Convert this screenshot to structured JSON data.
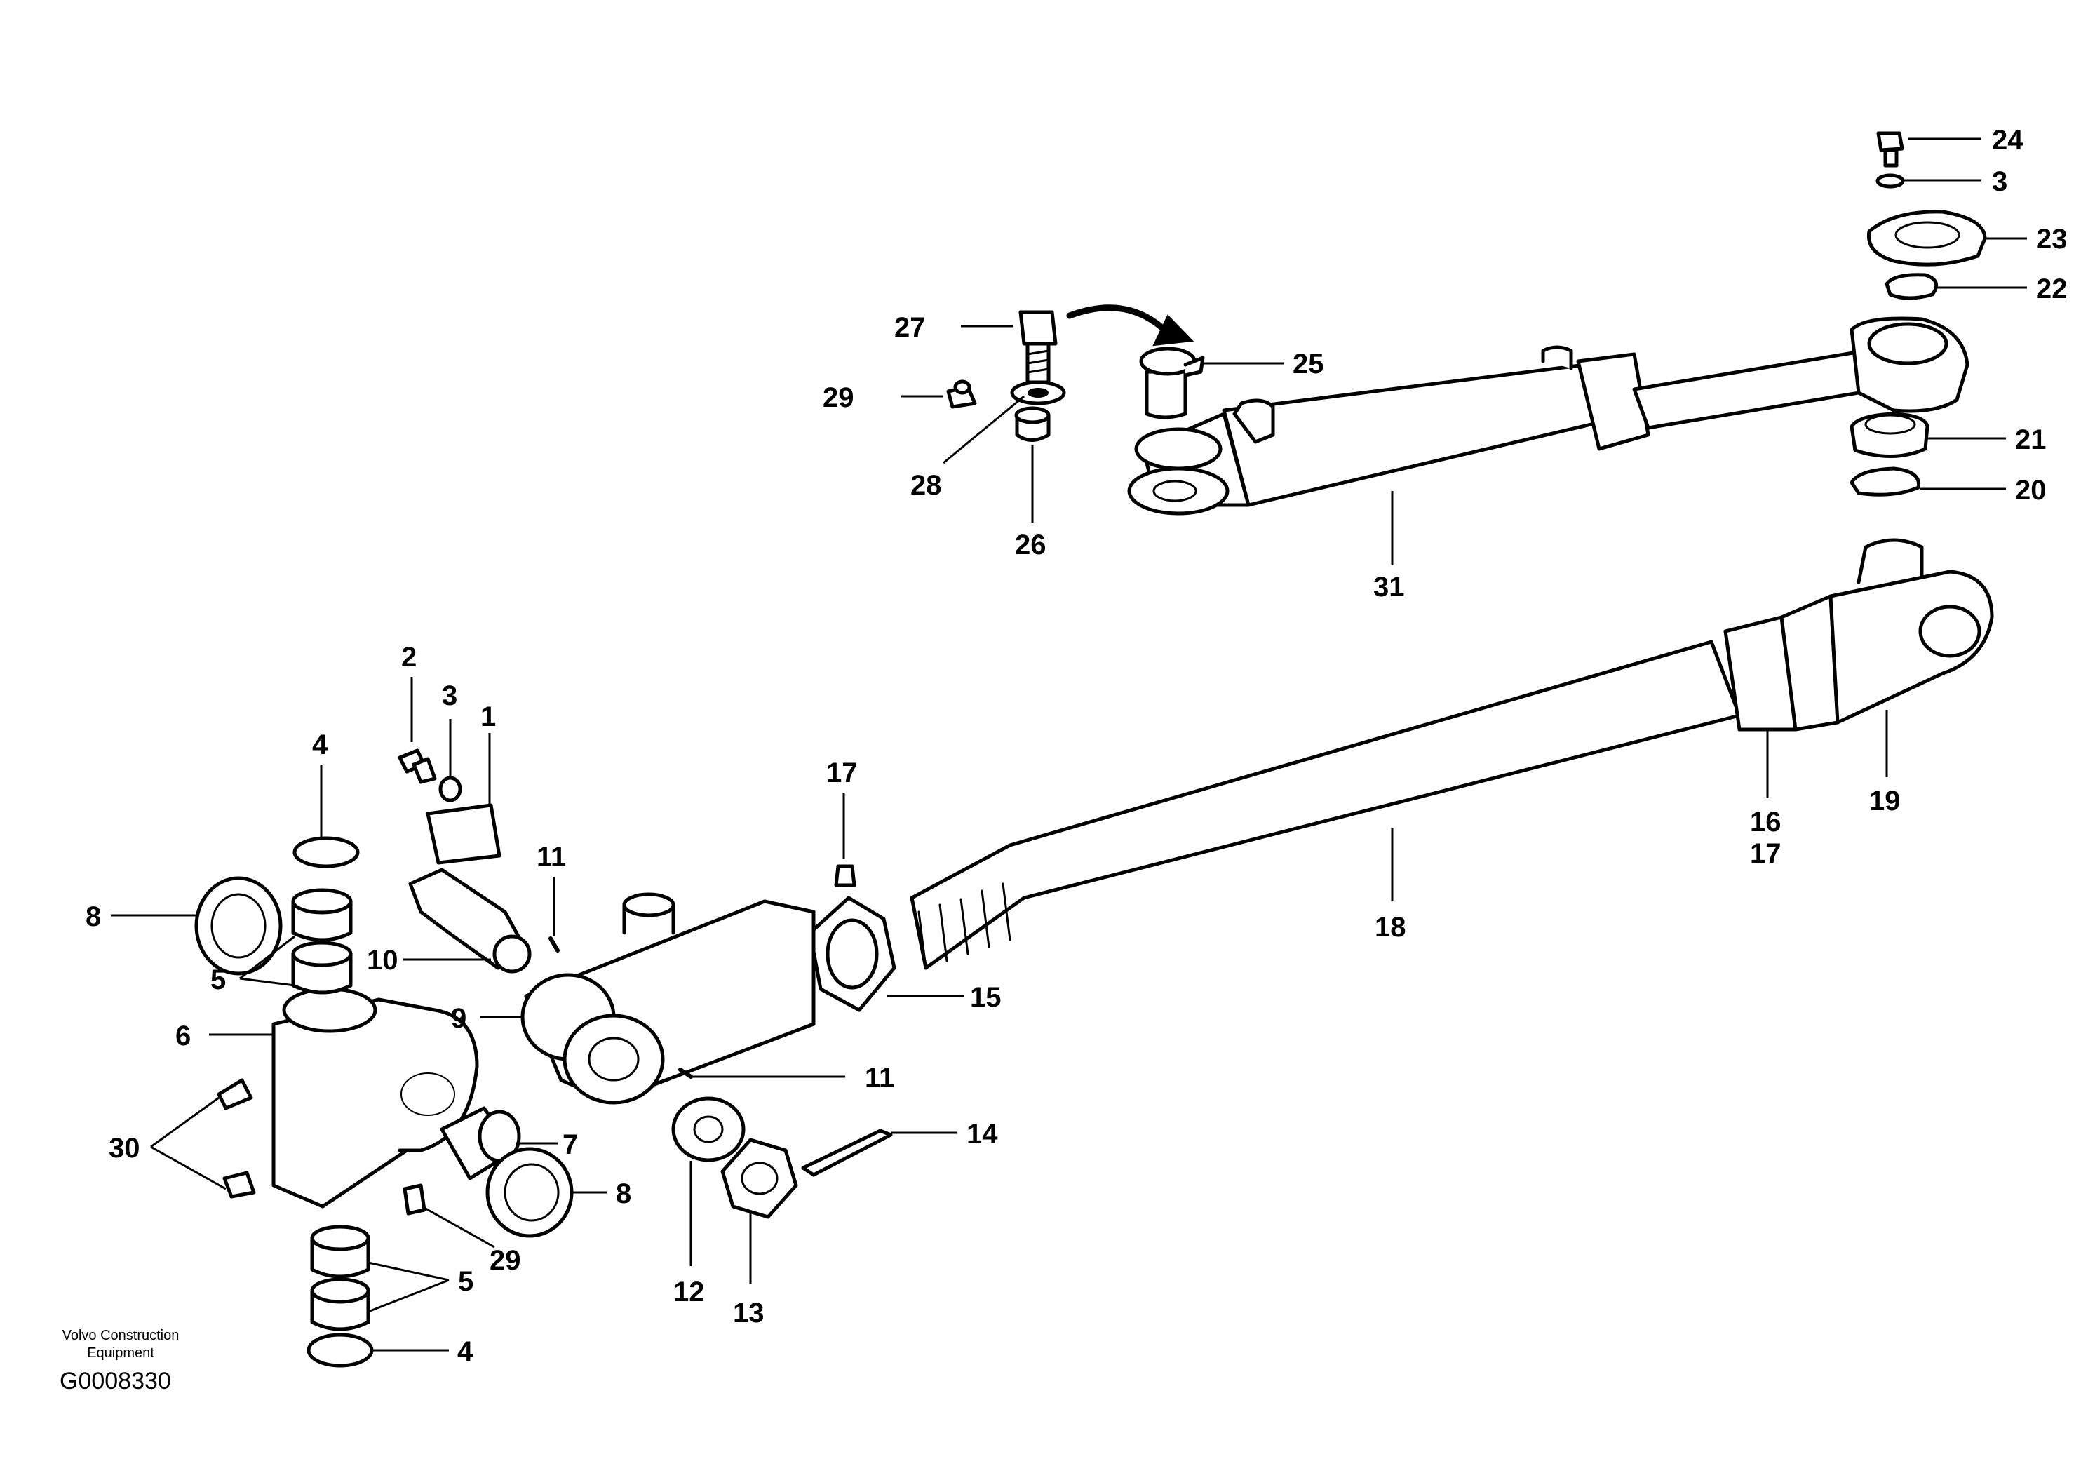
{
  "labels": {
    "l24": "24",
    "l3a": "3",
    "l23": "23",
    "l22": "22",
    "l27": "27",
    "l25": "25",
    "l29a": "29",
    "l28": "28",
    "l26": "26",
    "l21": "21",
    "l20": "20",
    "l31": "31",
    "l2": "2",
    "l3b": "3",
    "l1": "1",
    "l4a": "4",
    "l8a": "8",
    "l5a": "5",
    "l10": "10",
    "l11a": "11",
    "l17a": "17",
    "l9": "9",
    "l6": "6",
    "l15": "15",
    "l11b": "11",
    "l14": "14",
    "l7": "7",
    "l30": "30",
    "l8b": "8",
    "l29b": "29",
    "l5b": "5",
    "l12": "12",
    "l13": "13",
    "l4b": "4",
    "l18": "18",
    "l16": "16",
    "l17b": "17",
    "l19": "19"
  },
  "footer": {
    "credit_line1": "Volvo Construction",
    "credit_line2": "Equipment",
    "code": "G0008330"
  }
}
